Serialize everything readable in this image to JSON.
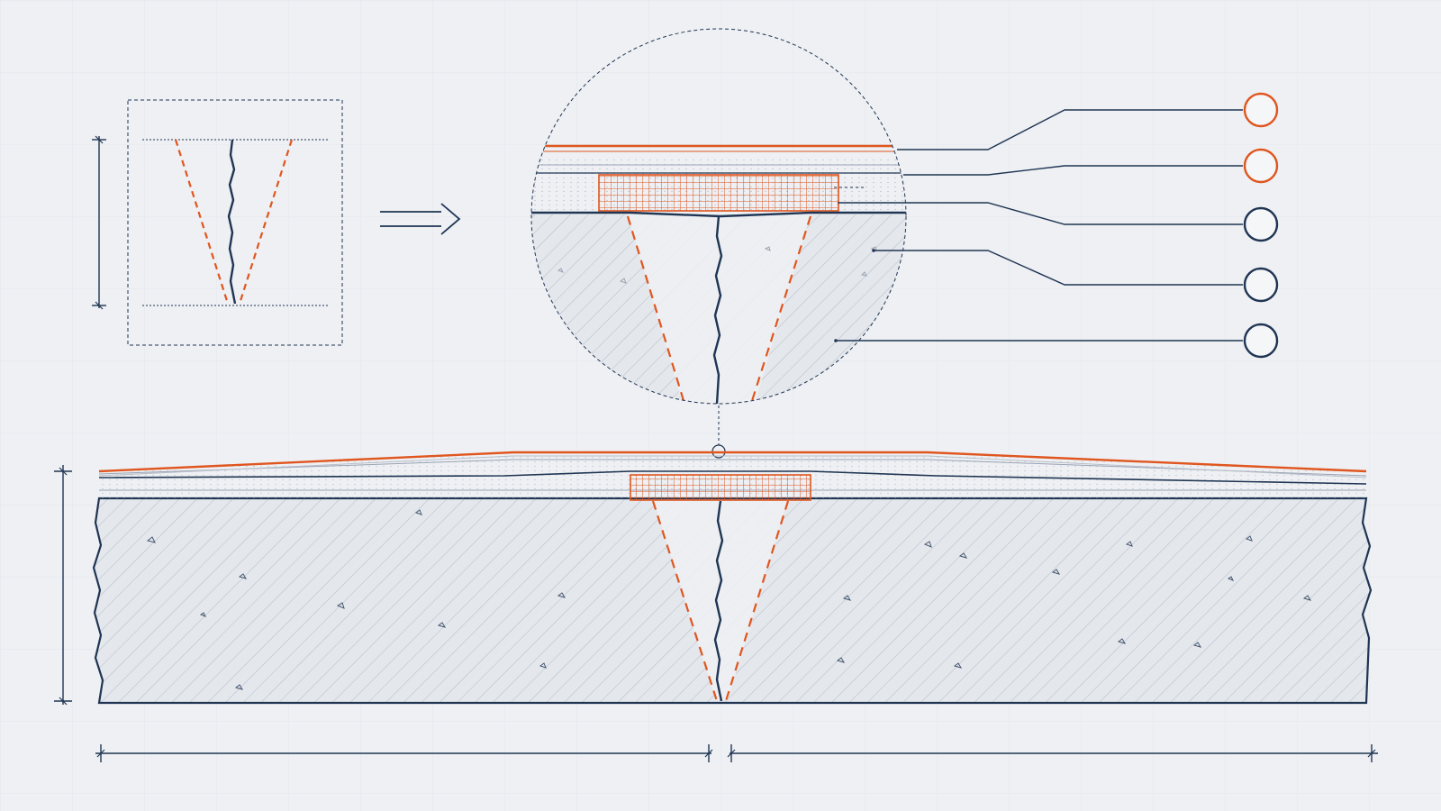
{
  "diagram": {
    "colors": {
      "background": "#eef0f3",
      "grid": "#e2e6ec",
      "ink": "#1f3553",
      "accent": "#e0561f",
      "hatch": "#8f9aab",
      "fill": "#e4e7ec"
    },
    "callout_markers": [
      {
        "id": "marker-1",
        "color": "orange"
      },
      {
        "id": "marker-2",
        "color": "orange"
      },
      {
        "id": "marker-3",
        "color": "navy"
      },
      {
        "id": "marker-4",
        "color": "navy"
      },
      {
        "id": "marker-5",
        "color": "navy"
      }
    ],
    "icons": [
      "arrow-right-icon"
    ]
  }
}
